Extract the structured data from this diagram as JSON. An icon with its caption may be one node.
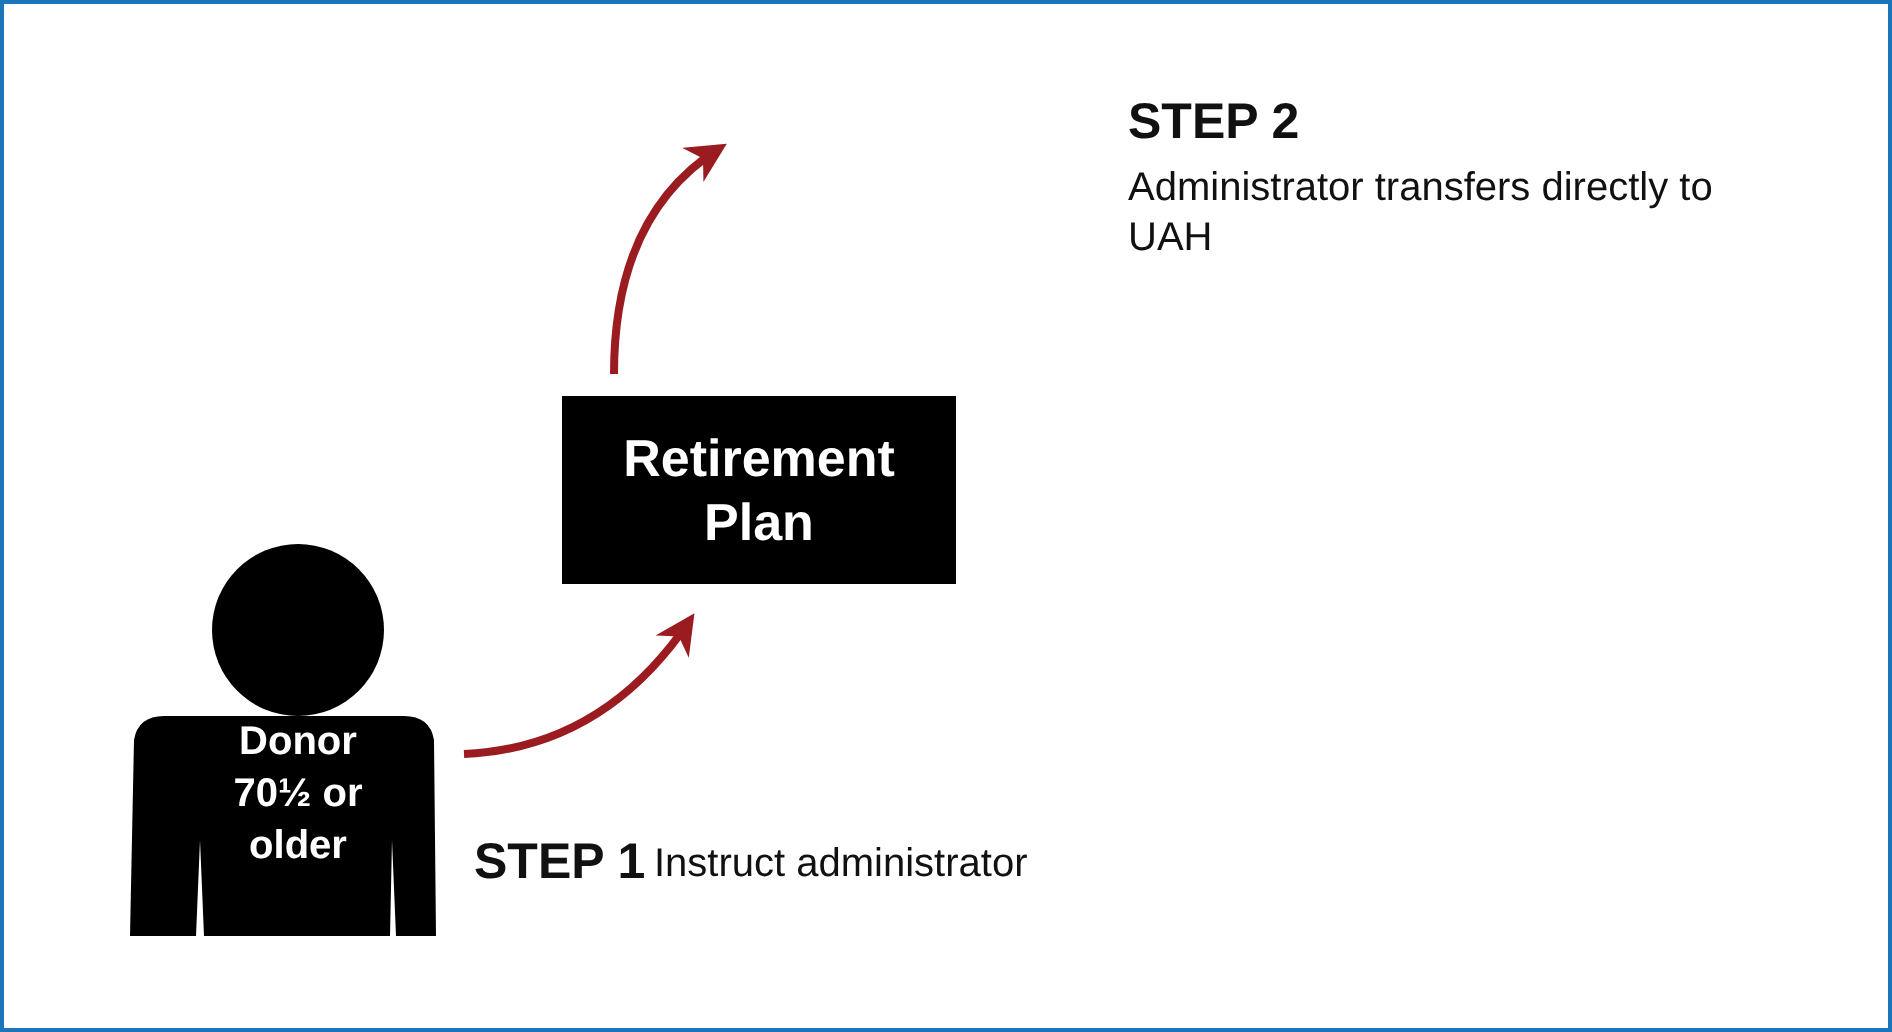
{
  "diagram": {
    "nodes": [
      {
        "text": [
          "Donor 70½ or older"
        ]
      },
      {
        "text": [
          "Retirement Plan"
        ]
      }
    ],
    "edges": [
      {
        "from": 0,
        "to": 1,
        "arrow": "to",
        "color": "#9b1c20"
      },
      {
        "from": 1,
        "to": null,
        "arrow": "to",
        "color": "#9b1c20"
      }
    ],
    "labels": [
      "STEP 2",
      "Administrator transfers directly to UAH",
      "STEP 1",
      "Instruct administrator"
    ]
  }
}
